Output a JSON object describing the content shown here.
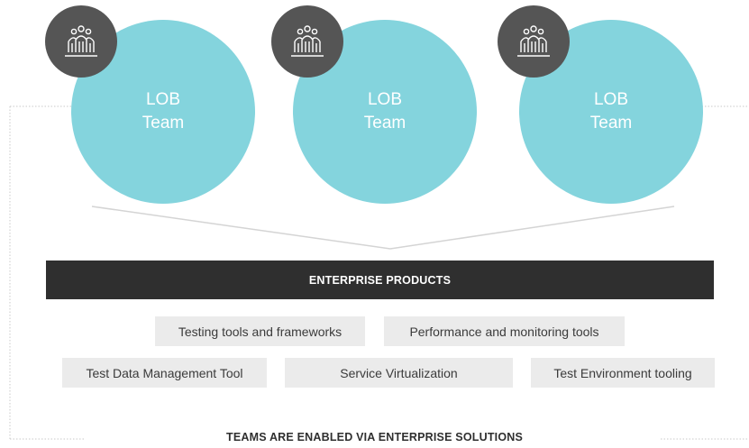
{
  "colors": {
    "team_circle": "#84d4dd",
    "badge": "#555555",
    "bar": "#2f2f2f",
    "tool_bg": "#ebebeb"
  },
  "teams": [
    {
      "line1": "LOB",
      "line2": "Team",
      "icon": "team-people-icon"
    },
    {
      "line1": "LOB",
      "line2": "Team",
      "icon": "team-people-icon"
    },
    {
      "line1": "LOB",
      "line2": "Team",
      "icon": "team-people-icon"
    }
  ],
  "enterprise": {
    "title": "ENTERPRISE PRODUCTS"
  },
  "tools": [
    "Testing tools and frameworks",
    "Performance and monitoring tools",
    "Test Data Management Tool",
    "Service Virtualization",
    "Test Environment tooling"
  ],
  "footer": "TEAMS ARE ENABLED VIA ENTERPRISE SOLUTIONS"
}
